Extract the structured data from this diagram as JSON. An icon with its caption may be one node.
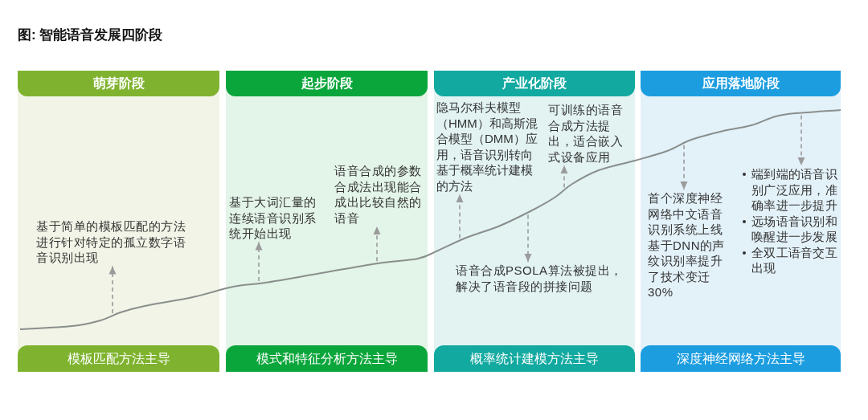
{
  "diagram": {
    "title": "图: 智能语音发展四阶段",
    "nodes": [
      {
        "text": [
          "萌芽阶段",
          "模板匹配方法主导"
        ]
      },
      {
        "text": [
          "基于简单的模板匹配的方法进行针对特定的孤立数字语音识别出现"
        ],
        "in": 0
      },
      {
        "text": [
          "起步阶段",
          "模式和特征分析方法主导"
        ]
      },
      {
        "text": [
          "基于大词汇量的连续语音识别系统开始出现"
        ],
        "in": 2
      },
      {
        "text": [
          "语音合成的参数合成法出现能合成出比较自然的语音"
        ],
        "in": 2
      },
      {
        "text": [
          "产业化阶段",
          "概率统计建模方法主导"
        ]
      },
      {
        "text": [
          "隐马尔科夫模型（HMM）和高斯混合模型（DMM）应用，语音识别转向基于概率统计建模的方法"
        ],
        "in": 5
      },
      {
        "text": [
          "可训练的语音合成方法提出，适合嵌入式设备应用"
        ],
        "in": 5
      },
      {
        "text": [
          "语音合成PSOLA算法被提出，解决了语音段的拼接问题"
        ],
        "in": 5
      },
      {
        "text": [
          "应用落地阶段",
          "深度神经网络方法主导"
        ]
      },
      {
        "text": [
          "首个深度神经网络中文语音识别系统上线基于DNN的声纹识别率提升了技术变迁30%"
        ],
        "in": 9
      },
      {
        "text": [
          "端到端的语音识别广泛应用，准确率进一步提升",
          "远场语音识别和唤醒进一步发展",
          "全双工语音交互出现"
        ],
        "in": 9
      }
    ],
    "edges": [
      {
        "from": null,
        "to": 1,
        "arrow": "to",
        "style": "dashed"
      },
      {
        "from": null,
        "to": 3,
        "arrow": "to",
        "style": "dashed"
      },
      {
        "from": null,
        "to": 4,
        "arrow": "to",
        "style": "dashed"
      },
      {
        "from": null,
        "to": 6,
        "arrow": "to",
        "style": "dashed"
      },
      {
        "from": null,
        "to": 7,
        "arrow": "to",
        "style": "dashed"
      },
      {
        "from": null,
        "to": 8,
        "arrow": "to",
        "style": "dashed"
      },
      {
        "from": null,
        "to": 10,
        "arrow": "to",
        "style": "dashed"
      },
      {
        "from": null,
        "to": 11,
        "arrow": "to",
        "style": "dashed"
      }
    ]
  }
}
